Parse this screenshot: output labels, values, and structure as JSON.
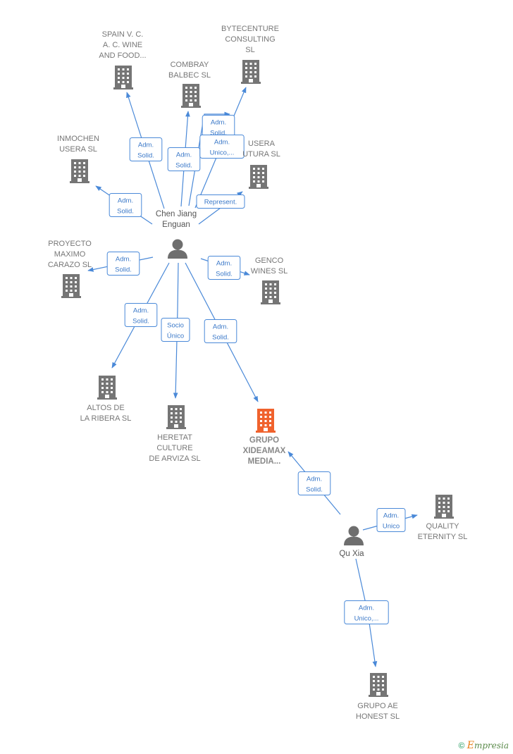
{
  "colors": {
    "edge": "#4a89d8",
    "company": "#757575",
    "focus": "#f0622d",
    "person": "#6e6e6e"
  },
  "nodes": [
    {
      "id": "spain",
      "kind": "company",
      "lines": [
        "SPAIN V.  C.",
        "A. C. WINE",
        "AND FOOD..."
      ]
    },
    {
      "id": "bytecenture",
      "kind": "company",
      "lines": [
        "BYTECENTURE",
        "CONSULTING",
        "SL"
      ]
    },
    {
      "id": "combray",
      "kind": "company",
      "lines": [
        "COMBRAY",
        "BALBEC  SL"
      ]
    },
    {
      "id": "inmochen",
      "kind": "company",
      "lines": [
        "INMOCHEN",
        "USERA  SL"
      ]
    },
    {
      "id": "usera",
      "kind": "company",
      "lines": [
        "USERA",
        "UTURA  SL"
      ]
    },
    {
      "id": "proyecto",
      "kind": "company",
      "lines": [
        "PROYECTO",
        "MAXIMO",
        "CARAZO SL"
      ]
    },
    {
      "id": "genco",
      "kind": "company",
      "lines": [
        "GENCO",
        "WINES  SL"
      ]
    },
    {
      "id": "altos",
      "kind": "company",
      "lines": [
        "ALTOS DE",
        "LA RIBERA  SL"
      ]
    },
    {
      "id": "heretat",
      "kind": "company",
      "lines": [
        "HERETAT",
        "CULTURE",
        "DE ARVIZA  SL"
      ]
    },
    {
      "id": "grupo_x",
      "kind": "focus",
      "lines": [
        "GRUPO",
        "XIDEAMAX",
        "MEDIA..."
      ]
    },
    {
      "id": "quality",
      "kind": "company",
      "lines": [
        "QUALITY",
        "ETERNITY SL"
      ]
    },
    {
      "id": "grupo_ae",
      "kind": "company",
      "lines": [
        "GRUPO AE",
        "HONEST  SL"
      ]
    },
    {
      "id": "chen",
      "kind": "person",
      "lines": [
        "Chen Jiang",
        "Enguan"
      ]
    },
    {
      "id": "qu",
      "kind": "person",
      "lines": [
        "Qu Xia"
      ]
    }
  ],
  "edges": [
    {
      "from": "chen",
      "to": "spain",
      "label": [
        "Adm.",
        "Solid."
      ]
    },
    {
      "from": "chen",
      "to": "combray",
      "label": [
        "Adm.",
        "Solid."
      ]
    },
    {
      "from": "chen",
      "to": "bytecenture",
      "label": [
        "Adm.",
        "Solid."
      ]
    },
    {
      "from": "chen",
      "to": "bytecenture",
      "label": [
        "Adm.",
        "Unico,..."
      ]
    },
    {
      "from": "chen",
      "to": "inmochen",
      "label": [
        "Adm.",
        "Solid."
      ]
    },
    {
      "from": "chen",
      "to": "usera",
      "label": [
        "Represent."
      ]
    },
    {
      "from": "chen",
      "to": "proyecto",
      "label": [
        "Adm.",
        "Solid."
      ]
    },
    {
      "from": "chen",
      "to": "genco",
      "label": [
        "Adm.",
        "Solid."
      ]
    },
    {
      "from": "chen",
      "to": "altos",
      "label": [
        "Adm.",
        "Solid."
      ]
    },
    {
      "from": "chen",
      "to": "heretat",
      "label": [
        "Socio",
        "Único"
      ]
    },
    {
      "from": "chen",
      "to": "grupo_x",
      "label": [
        "Adm.",
        "Solid."
      ]
    },
    {
      "from": "qu",
      "to": "grupo_x",
      "label": [
        "Adm.",
        "Solid."
      ]
    },
    {
      "from": "qu",
      "to": "quality",
      "label": [
        "Adm.",
        "Unico"
      ]
    },
    {
      "from": "qu",
      "to": "grupo_ae",
      "label": [
        "Adm.",
        "Unico,..."
      ]
    }
  ],
  "watermark": {
    "copyright": "©",
    "brand_initial": "E",
    "brand_rest": "mpresia"
  }
}
